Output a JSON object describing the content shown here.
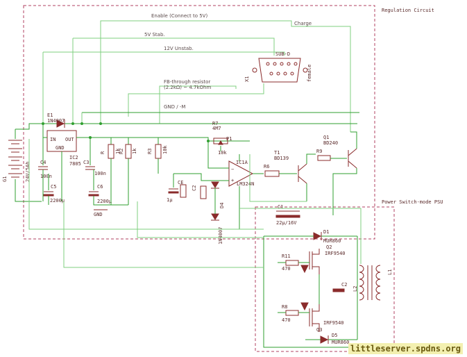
{
  "frames": {
    "regulation": "Regulation Circuit",
    "power_switch": "Power Switch-mode PSU"
  },
  "nets": {
    "enable": "Enable (Connect to 5V)",
    "charge": "Charge",
    "five_v": "5V Stab.",
    "twelve_v": "12V Unstab.",
    "fb": "FB-through resistor",
    "fb2": "(2.2kΩ) ~ 4.7kOhm",
    "gnd": "GND / -M",
    "gnd_label": "GND"
  },
  "components": {
    "g1": "G1",
    "bat": "24V/5Ah",
    "e1": "E1",
    "e1_val": "1N4007",
    "ic_in": "IN",
    "ic_gnd": "GND",
    "ic_out": "OUT",
    "ic2": "IC2",
    "ic2_val": "7805",
    "c4": "C4",
    "c4_val": "100n",
    "c5": "C5",
    "c5_val": "2200µ",
    "c3": "C3",
    "c3_val": "100n",
    "c6": "C6",
    "c6_val": "2200µ",
    "r": "R",
    "r1k": "1k",
    "r2": "R2",
    "r3": "R3",
    "r10k": "10k",
    "r7": "R7",
    "r7_val": "4M7",
    "p1": "P1",
    "p1_val": "10k",
    "ic1": "IC1A",
    "ic1_val": "LM324N",
    "r6": "R6",
    "t1": "T1",
    "t1_val": "BD139",
    "q1": "Q1",
    "q1_val": "BD240",
    "r9": "R9",
    "c1": "C1",
    "c1_val": "22µ/16V",
    "d1": "D1",
    "d1_val": "MUR860",
    "q2": "Q2",
    "q2_val": "IRF9540",
    "r11": "R11",
    "r11_val": "470",
    "r8": "R8",
    "r8_val": "470",
    "q3": "Q3",
    "q3_val": "IRF9540",
    "d5": "D5",
    "d5_val": "MUR860",
    "l1": "L1",
    "l2": "L2",
    "ce": "CE",
    "c2": "C2",
    "d4": "D4",
    "d4_val": "1N4007",
    "lp": "1µ",
    "sub_d": "SUB-D",
    "x1": "X1",
    "female": "female"
  },
  "watermark": "littleserver.spdns.org"
}
